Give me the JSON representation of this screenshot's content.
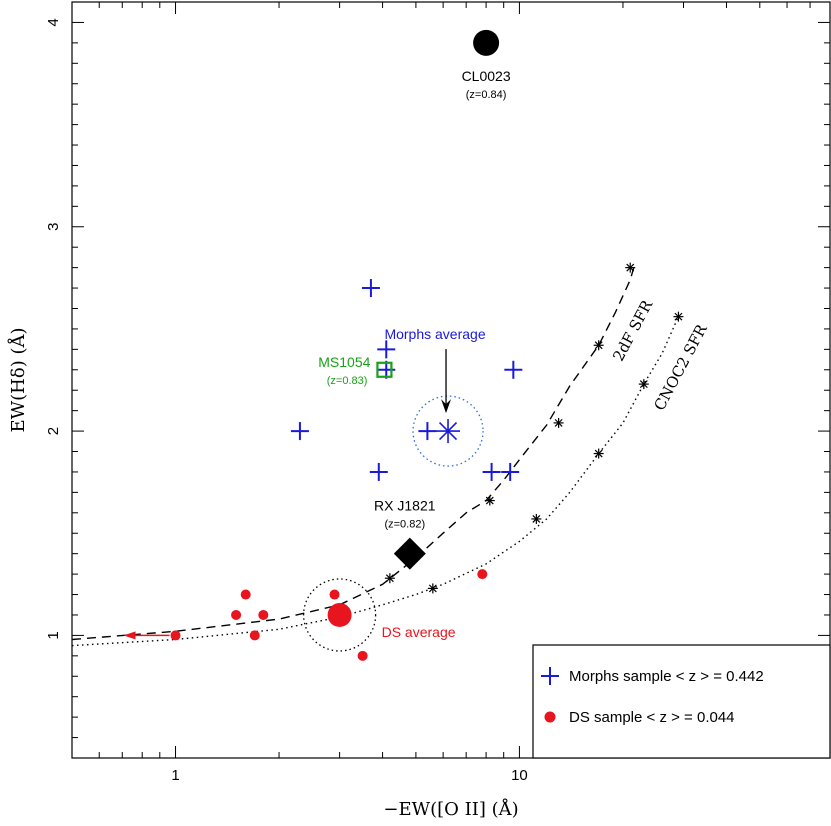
{
  "chart_data": {
    "type": "scatter",
    "xlabel": "−EW([O II] (Å)",
    "ylabel": "EW(Hδ) (Å)",
    "xscale": "log",
    "xlim": [
      0.5,
      80
    ],
    "ylim": [
      0.4,
      4.1
    ],
    "x_tick_labels": [
      "1",
      "10"
    ],
    "y_tick_labels": [
      "1",
      "2",
      "3",
      "4"
    ],
    "series": [
      {
        "name": "Morphs sample < z > = 0.442",
        "marker": "plus",
        "color": "#1a1adc",
        "x": [
          3.7,
          4.1,
          4.1,
          9.6,
          2.3,
          5.4,
          3.9,
          8.3,
          9.4
        ],
        "y": [
          2.7,
          2.4,
          2.3,
          2.3,
          2.0,
          2.0,
          1.8,
          1.8,
          1.8
        ]
      },
      {
        "name": "DS sample < z > = 0.044",
        "marker": "circle",
        "color": "#e8141e",
        "x": [
          1.6,
          1.5,
          1.8,
          1.7,
          1.0,
          2.9,
          3.5,
          7.8
        ],
        "y": [
          1.2,
          1.1,
          1.1,
          1.0,
          1.0,
          1.2,
          0.9,
          1.3
        ]
      }
    ],
    "clusters": [
      {
        "name": "CL0023",
        "z_label": "(z=0.84)",
        "x": 8.0,
        "y": 3.9,
        "marker": "big-circle",
        "color": "#000000"
      },
      {
        "name": "MS1054",
        "z_label": "(z=0.83)",
        "x": 4.05,
        "y": 2.3,
        "marker": "open-square",
        "color": "#1aa01a"
      },
      {
        "name": "RX J1821",
        "z_label": "(z=0.82)",
        "x": 4.8,
        "y": 1.4,
        "marker": "diamond",
        "color": "#000000"
      }
    ],
    "averages": [
      {
        "label": "Morphs average",
        "x": 6.2,
        "y": 2.0,
        "color": "#1a1adc"
      },
      {
        "label": "DS average",
        "x": 3.0,
        "y": 1.1,
        "color": "#e8141e"
      }
    ],
    "upper_limit": {
      "x": 1.0,
      "y": 1.0,
      "direction": "left"
    },
    "curves": [
      {
        "label": "2dF SFR",
        "style": "dashed",
        "x": [
          0.5,
          1.0,
          2.0,
          3.0,
          4.0,
          5.0,
          6.0,
          7.0,
          8.0,
          9.0,
          10.0,
          12.0,
          14.0,
          17.0,
          19.0,
          21.0,
          21.5
        ],
        "y": [
          0.98,
          1.02,
          1.08,
          1.15,
          1.25,
          1.38,
          1.5,
          1.6,
          1.66,
          1.76,
          1.86,
          2.03,
          2.22,
          2.42,
          2.58,
          2.74,
          2.8
        ],
        "markers": [
          [
            4.2,
            1.28
          ],
          [
            8.2,
            1.66
          ],
          [
            13.0,
            2.04
          ],
          [
            17.0,
            2.42
          ],
          [
            21.0,
            2.8
          ]
        ]
      },
      {
        "label": "CNOC2 SFR",
        "style": "dotted",
        "x": [
          0.5,
          1.0,
          2.0,
          3.0,
          4.0,
          5.0,
          6.0,
          8.0,
          10.0,
          12.0,
          14.0,
          17.0,
          20.0,
          23.0,
          26.0,
          29.0
        ],
        "y": [
          0.95,
          0.98,
          1.03,
          1.09,
          1.15,
          1.2,
          1.25,
          1.35,
          1.46,
          1.57,
          1.7,
          1.89,
          2.04,
          2.23,
          2.38,
          2.56
        ],
        "markers": [
          [
            5.6,
            1.23
          ],
          [
            11.2,
            1.57
          ],
          [
            17.0,
            1.89
          ],
          [
            23.0,
            2.23
          ],
          [
            29.0,
            2.56
          ]
        ]
      }
    ],
    "legend": {
      "position": "bottom-right",
      "entries": [
        {
          "label": "Morphs sample < z > = 0.442",
          "marker": "plus",
          "color": "#1a1adc"
        },
        {
          "label": "DS sample < z > = 0.044",
          "marker": "circle",
          "color": "#e8141e"
        }
      ]
    },
    "grid": false
  }
}
